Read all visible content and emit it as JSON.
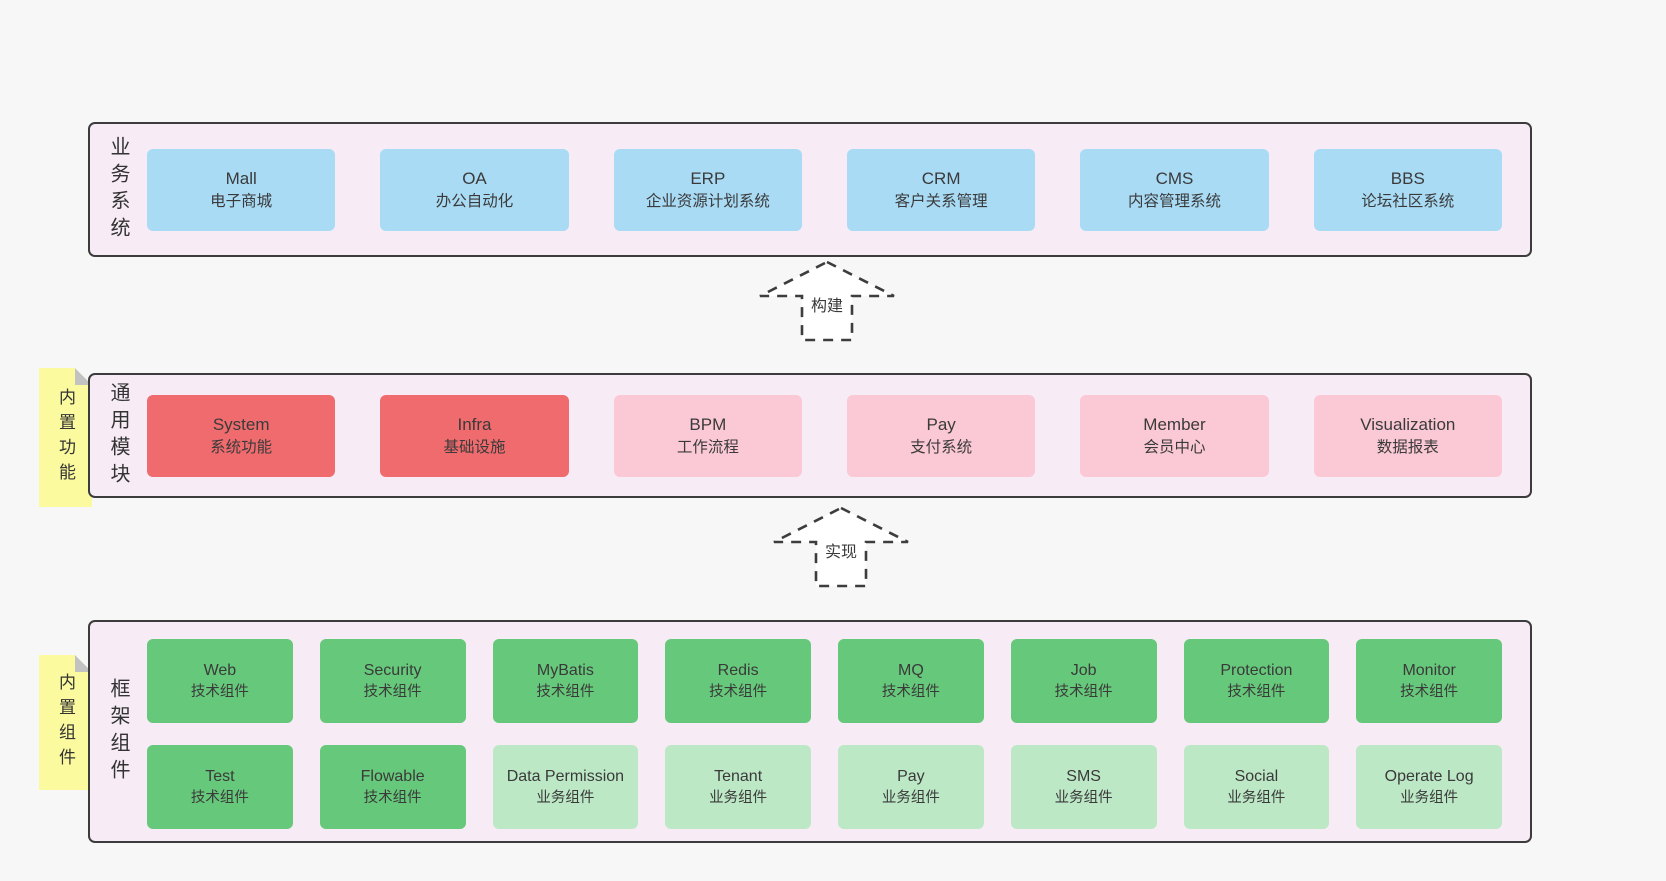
{
  "colors": {
    "page_bg": "#f7f7f7",
    "panel_bg": "#f7ecf6",
    "panel_border": "#3c3c3c",
    "box_blue": "#a9dbf5",
    "box_red": "#f06b6e",
    "box_pink": "#fbc9d5",
    "box_green": "#66c87a",
    "box_green_light": "#bce8c6",
    "note_yellow": "#fbfa9e",
    "text": "#3a3a3a"
  },
  "arrows": {
    "build": "构建",
    "implement": "实现"
  },
  "sections": {
    "business": {
      "label": "业务系统",
      "boxes": [
        {
          "title": "Mall",
          "subtitle": "电子商城"
        },
        {
          "title": "OA",
          "subtitle": "办公自动化"
        },
        {
          "title": "ERP",
          "subtitle": "企业资源计划系统"
        },
        {
          "title": "CRM",
          "subtitle": "客户关系管理"
        },
        {
          "title": "CMS",
          "subtitle": "内容管理系统"
        },
        {
          "title": "BBS",
          "subtitle": "论坛社区系统"
        }
      ]
    },
    "modules": {
      "label": "通用模块",
      "note": "内置功能",
      "boxes": [
        {
          "title": "System",
          "subtitle": "系统功能"
        },
        {
          "title": "Infra",
          "subtitle": "基础设施"
        },
        {
          "title": "BPM",
          "subtitle": "工作流程"
        },
        {
          "title": "Pay",
          "subtitle": "支付系统"
        },
        {
          "title": "Member",
          "subtitle": "会员中心"
        },
        {
          "title": "Visualization",
          "subtitle": "数据报表"
        }
      ]
    },
    "framework": {
      "label": "框架组件",
      "note": "内置组件",
      "row1": [
        {
          "title": "Web",
          "subtitle": "技术组件"
        },
        {
          "title": "Security",
          "subtitle": "技术组件"
        },
        {
          "title": "MyBatis",
          "subtitle": "技术组件"
        },
        {
          "title": "Redis",
          "subtitle": "技术组件"
        },
        {
          "title": "MQ",
          "subtitle": "技术组件"
        },
        {
          "title": "Job",
          "subtitle": "技术组件"
        },
        {
          "title": "Protection",
          "subtitle": "技术组件"
        },
        {
          "title": "Monitor",
          "subtitle": "技术组件"
        }
      ],
      "row2": [
        {
          "title": "Test",
          "subtitle": "技术组件"
        },
        {
          "title": "Flowable",
          "subtitle": "技术组件"
        },
        {
          "title": "Data Permission",
          "subtitle": "业务组件"
        },
        {
          "title": "Tenant",
          "subtitle": "业务组件"
        },
        {
          "title": "Pay",
          "subtitle": "业务组件"
        },
        {
          "title": "SMS",
          "subtitle": "业务组件"
        },
        {
          "title": "Social",
          "subtitle": "业务组件"
        },
        {
          "title": "Operate Log",
          "subtitle": "业务组件"
        }
      ]
    }
  }
}
